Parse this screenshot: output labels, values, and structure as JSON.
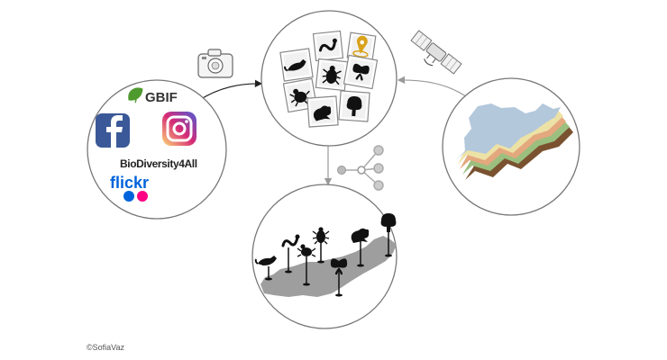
{
  "sources": {
    "gbif": "GBIF",
    "biodiversity4all": "BioDiversity4All",
    "flickr": "flickr",
    "facebook_icon": "facebook-icon",
    "instagram_icon": "instagram-icon"
  },
  "colors": {
    "facebook": "#3b5998",
    "gbif_leaf": "#4f9a2e",
    "flickr_blue": "#0063dc",
    "flickr_pink": "#ff0084",
    "instagram_start": "#feda75",
    "instagram_mid": "#d62976",
    "instagram_end": "#4f5bd5",
    "pin": "#d9a21a",
    "map_blue": "#b4c8dc",
    "map_gray": "#9e9e9e"
  },
  "copyright": "©SofiaVaz"
}
